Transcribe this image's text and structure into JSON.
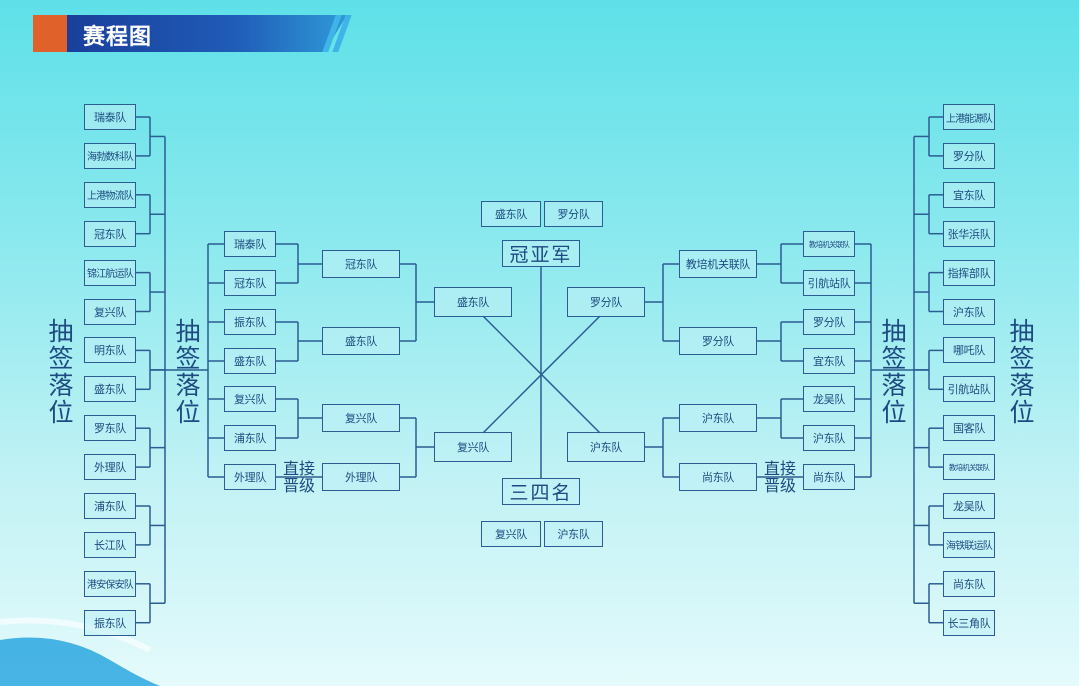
{
  "header": {
    "title": "赛程图"
  },
  "labels": {
    "draw": "抽签落位",
    "direct": "直接晋级",
    "final": "冠亚军",
    "third": "三四名"
  },
  "left": {
    "round1": [
      "瑞泰队",
      "海勃数科队",
      "上港物流队",
      "冠东队",
      "锦江航运队",
      "复兴队",
      "明东队",
      "盛东队",
      "罗东队",
      "外理队",
      "浦东队",
      "长江队",
      "港安保安队",
      "振东队"
    ],
    "round2": [
      "瑞泰队",
      "冠东队",
      "振东队",
      "盛东队",
      "复兴队",
      "浦东队",
      "外理队"
    ],
    "round3": [
      "冠东队",
      "盛东队",
      "复兴队",
      "外理队"
    ],
    "semi": [
      "盛东队",
      "复兴队"
    ]
  },
  "right": {
    "round1": [
      "上港能源队",
      "罗分队",
      "宜东队",
      "张华浜队",
      "指挥部队",
      "沪东队",
      "哪吒队",
      "引航站队",
      "国客队",
      "教培机关联队",
      "龙吴队",
      "海铁联运队",
      "尚东队",
      "长三角队"
    ],
    "round2": [
      "教培机关联队",
      "引航站队",
      "罗分队",
      "宜东队",
      "龙吴队",
      "沪东队",
      "尚东队"
    ],
    "round3": [
      "教培机关联队",
      "罗分队",
      "沪东队",
      "尚东队"
    ],
    "semi": [
      "罗分队",
      "沪东队"
    ]
  },
  "final": {
    "teams": [
      "盛东队",
      "罗分队"
    ]
  },
  "third_place": {
    "teams": [
      "复兴队",
      "沪东队"
    ]
  },
  "colors": {
    "line": "#2b5d92",
    "text": "#1d4a80",
    "accent": "#e0622a",
    "title_bg": "#1f5cb8"
  }
}
